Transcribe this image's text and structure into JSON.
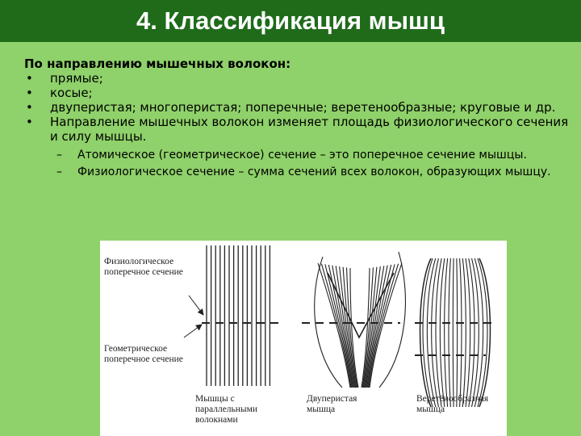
{
  "title": "4. Классификация мышц",
  "heading": "По направлению мышечных волокон:",
  "bullets": [
    "прямые;",
    "косые;",
    "двуперистая; многоперистая; поперечные; веретенообразные; круговые и др.",
    " Направление мышечных волокон изменяет площадь физиологического сечения и силу мышцы."
  ],
  "sub_items": [
    "Атомическое (геометрическое) сечение – это поперечное сечение мышцы.",
    "Физиологическое сечение – сумма сечений всех волокон, образующих мышцу."
  ],
  "figure": {
    "label_physio": "Физиологическое поперечное сечение",
    "label_geom": "Геометрическое поперечное сечение",
    "caption_parallel": "Мышцы с параллельными волокнами",
    "caption_bipennate": "Двуперистая мышца",
    "caption_fusiform": "Веретёнообразная мышца"
  }
}
